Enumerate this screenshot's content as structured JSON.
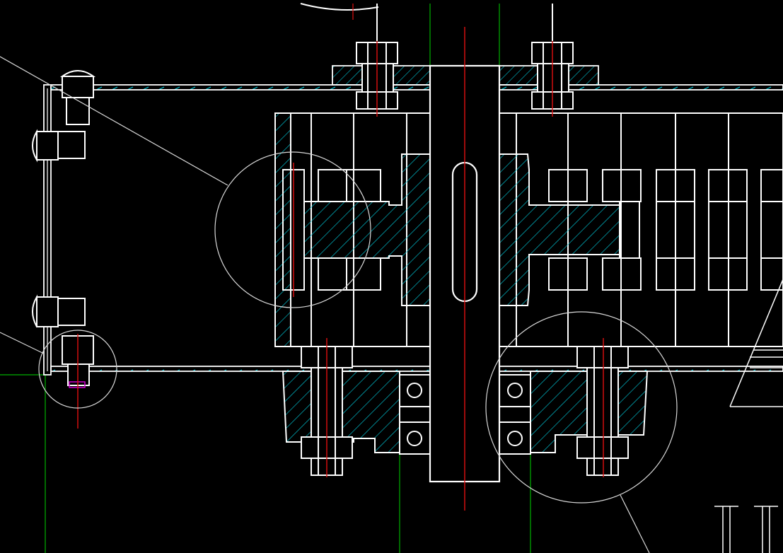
{
  "app": {
    "type": "cad-drawing-view"
  },
  "canvas": {
    "background": "#000000",
    "colors": {
      "outline": "#ffffff",
      "hatch": "#00c8d8",
      "centerline": "#e01010",
      "construction": "#00c000",
      "detail_circle": "#d8d8d8",
      "highlight": "#d000d0"
    }
  },
  "drawing": {
    "view": "gearbox-cross-section",
    "parts": [
      "housing-wall",
      "shaft",
      "shaft-keyway",
      "spur-gear-hub",
      "gear-rack-teeth",
      "bearing-block-left",
      "bearing-block-right",
      "top-bolt-left",
      "top-bolt-right",
      "bottom-bolt-left",
      "bottom-bolt-right",
      "end-cap-bolts",
      "detail-circle-a",
      "detail-circle-b",
      "detail-circle-c"
    ]
  }
}
